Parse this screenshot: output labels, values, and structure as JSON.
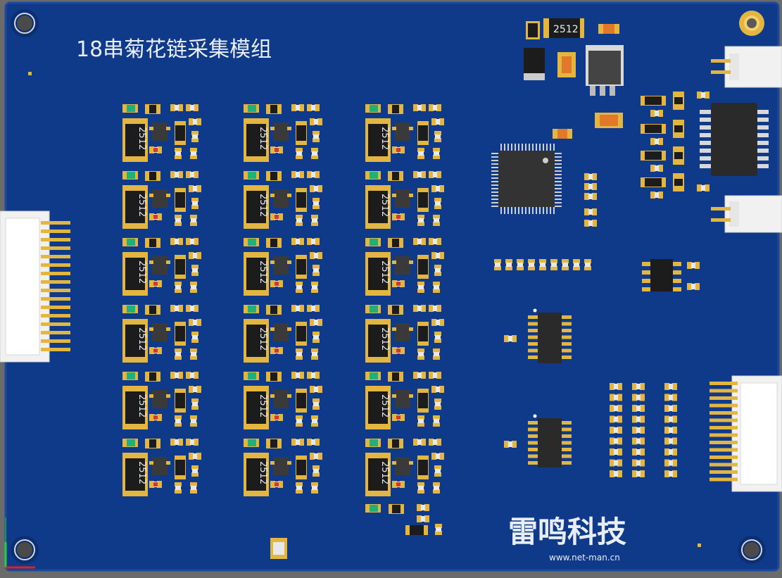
{
  "board": {
    "title": "18串菊花链采集模组",
    "brand": "雷鸣科技",
    "website": "www.net-man.cn",
    "resistor_marking": "2512",
    "colors": {
      "substrate": "#0f3a8a",
      "substrate_edge": "#1b4a9c",
      "pad_gold": "#e2b640",
      "chip_black": "#1c1c1c",
      "silkscreen": "#e9eef6",
      "led_green": "#22b07a",
      "led_red": "#d33a2a",
      "connector_white": "#f1f1f1"
    }
  }
}
